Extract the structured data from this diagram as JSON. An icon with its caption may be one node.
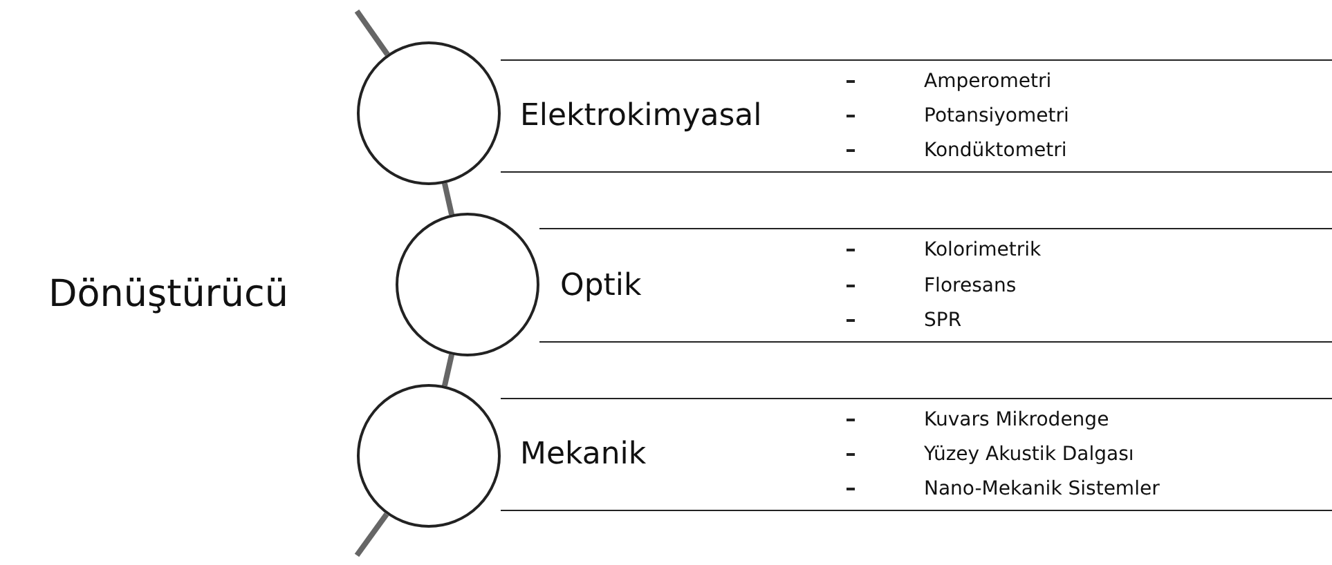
{
  "diagram": {
    "nodes": [
      {
        "text": [
          "Dönüştürücü"
        ]
      },
      {
        "text": [],
        "shape": "circle"
      },
      {
        "text": [
          "Elektrokimyasal",
          "Amperometri",
          "Potansiyometri",
          "Kondüktometri"
        ]
      },
      {
        "text": [],
        "shape": "circle"
      },
      {
        "text": [
          "Optik",
          "Kolorimetrik",
          "Floresans",
          "SPR"
        ]
      },
      {
        "text": [],
        "shape": "circle"
      },
      {
        "text": [
          "Mekanik",
          "Kuvars Mikrodenge",
          "Yüzey Akustik Dalgası",
          "Nano-Mekanik Sistemler"
        ]
      }
    ],
    "edges": [
      {
        "from": null,
        "to": 1,
        "arrow": "none"
      },
      {
        "from": 1,
        "to": 3,
        "arrow": "none"
      },
      {
        "from": 3,
        "to": 5,
        "arrow": "none"
      },
      {
        "from": 5,
        "to": null,
        "arrow": "none"
      }
    ]
  }
}
